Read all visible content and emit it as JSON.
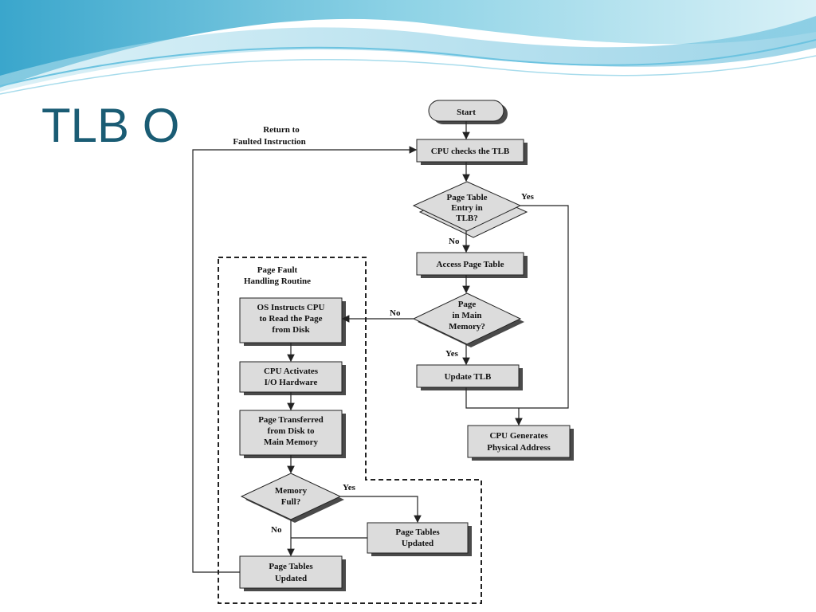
{
  "slide": {
    "title": "TLB Op"
  },
  "flowchart": {
    "start": "Start",
    "cpu_checks_tlb": "CPU checks the TLB",
    "page_table_entry_in_tlb": [
      "Page Table",
      "Entry in",
      "TLB?"
    ],
    "access_page_table": "Access Page Table",
    "page_in_main_memory": [
      "Page",
      "in Main",
      "Memory?"
    ],
    "update_tlb": "Update TLB",
    "cpu_generates_physical_address": [
      "CPU Generates",
      "Physical Address"
    ],
    "page_fault_routine_title": [
      "Page Fault",
      "Handling Routine"
    ],
    "os_instructs_cpu": [
      "OS Instructs CPU",
      "to Read the Page",
      "from Disk"
    ],
    "cpu_activates_io": [
      "CPU Activates",
      "I/O Hardware"
    ],
    "page_transferred": [
      "Page Transferred",
      "from Disk to",
      "Main Memory"
    ],
    "memory_full": [
      "Memory",
      "Full?"
    ],
    "page_tables_updated_right": [
      "Page Tables",
      "Updated"
    ],
    "page_tables_updated_bottom": [
      "Page Tables",
      "Updated"
    ],
    "return_to_faulted": [
      "Return to",
      "Faulted Instruction"
    ],
    "yes": "Yes",
    "no": "No"
  }
}
